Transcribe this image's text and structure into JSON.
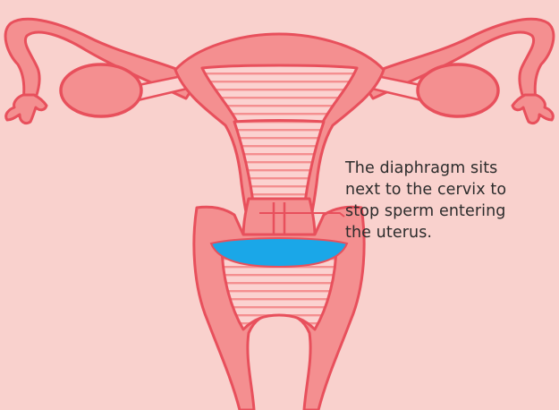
{
  "colors": {
    "background": "#f9d1cd",
    "tissue_fill": "#f48f90",
    "outline": "#e8505c",
    "interior_light": "#fbd2d0",
    "diaphragm": "#1aa7e8"
  },
  "annotation": {
    "lines": [
      "The diaphragm sits",
      "next to the cervix to",
      "stop sperm entering",
      "the uterus."
    ]
  }
}
